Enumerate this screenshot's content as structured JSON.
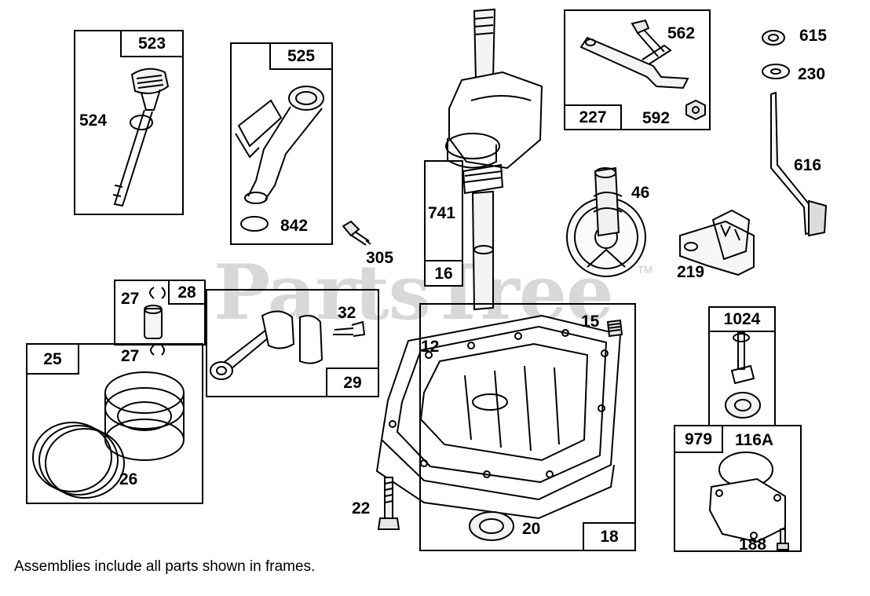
{
  "watermark": {
    "text": "PartsTree",
    "trademark": "TM"
  },
  "footer_note": "Assemblies include all parts shown in frames.",
  "frame_tags": {
    "f523": "523",
    "f525": "525",
    "f227": "227",
    "f16": "16",
    "f28": "28",
    "f29": "29",
    "f25": "25",
    "f18": "18",
    "f1024": "1024",
    "f979": "979"
  },
  "labels": {
    "p524": "524",
    "p842": "842",
    "p305": "305",
    "p562": "562",
    "p592": "592",
    "p615": "615",
    "p230": "230",
    "p616": "616",
    "p741": "741",
    "p46": "46",
    "p219": "219",
    "p27a": "27",
    "p27b": "27",
    "p32": "32",
    "p26": "26",
    "p12": "12",
    "p15": "15",
    "p22": "22",
    "p20": "20",
    "p116A": "116A",
    "p188": "188"
  }
}
